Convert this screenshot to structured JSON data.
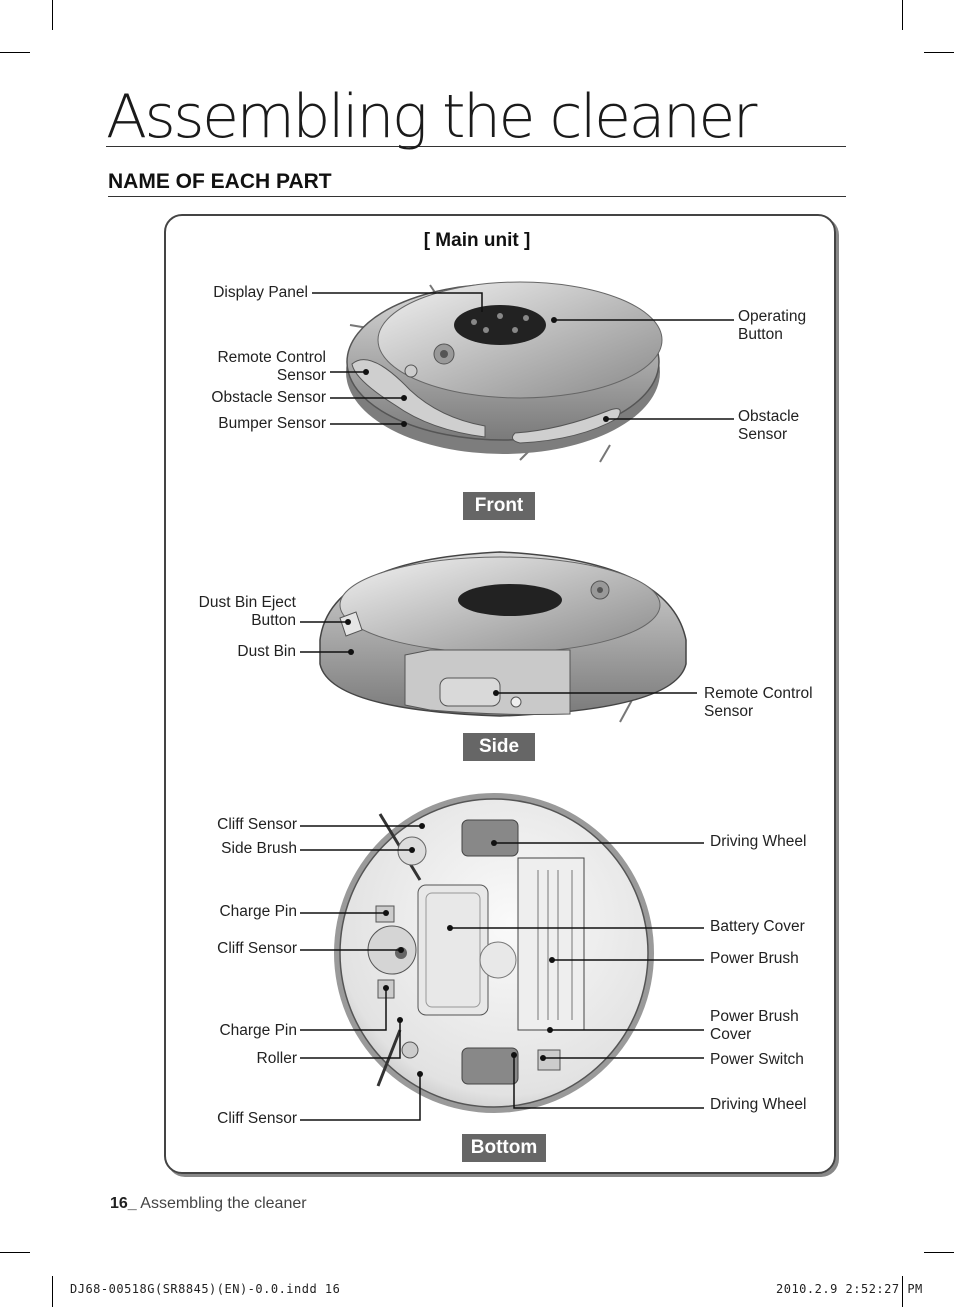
{
  "page": {
    "title": "Assembling the cleaner",
    "section_heading": "NAME OF EACH PART",
    "panel_title": "[ Main unit ]"
  },
  "front": {
    "tag": "Front",
    "labels": {
      "display_panel": "Display Panel",
      "remote_control_sensor_1": "Remote Control",
      "remote_control_sensor_2": "Sensor",
      "obstacle_sensor_left": "Obstacle Sensor",
      "bumper_sensor": "Bumper Sensor",
      "operating_button_1": "Operating",
      "operating_button_2": "Button",
      "obstacle_sensor_right_1": "Obstacle",
      "obstacle_sensor_right_2": "Sensor"
    }
  },
  "side": {
    "tag": "Side",
    "labels": {
      "dust_bin_eject_1": "Dust Bin Eject",
      "dust_bin_eject_2": "Button",
      "dust_bin": "Dust Bin",
      "remote_control_sensor_1": "Remote Control",
      "remote_control_sensor_2": "Sensor"
    }
  },
  "bottom": {
    "tag": "Bottom",
    "labels": {
      "cliff_sensor_1": "Cliff Sensor",
      "side_brush": "Side Brush",
      "charge_pin_1": "Charge Pin",
      "cliff_sensor_2": "Cliff Sensor",
      "charge_pin_2": "Charge Pin",
      "roller": "Roller",
      "cliff_sensor_3": "Cliff Sensor",
      "driving_wheel_1": "Driving Wheel",
      "battery_cover": "Battery Cover",
      "power_brush": "Power Brush",
      "power_brush_cover_1": "Power Brush",
      "power_brush_cover_2": "Cover",
      "power_switch": "Power Switch",
      "driving_wheel_2": "Driving Wheel"
    }
  },
  "footer": {
    "page_number": "16_",
    "page_label": " Assembling the cleaner",
    "slug_left": "DJ68-00518G(SR8845)(EN)-0.0.indd   16",
    "slug_right": "2010.2.9   2:52:27 PM"
  }
}
